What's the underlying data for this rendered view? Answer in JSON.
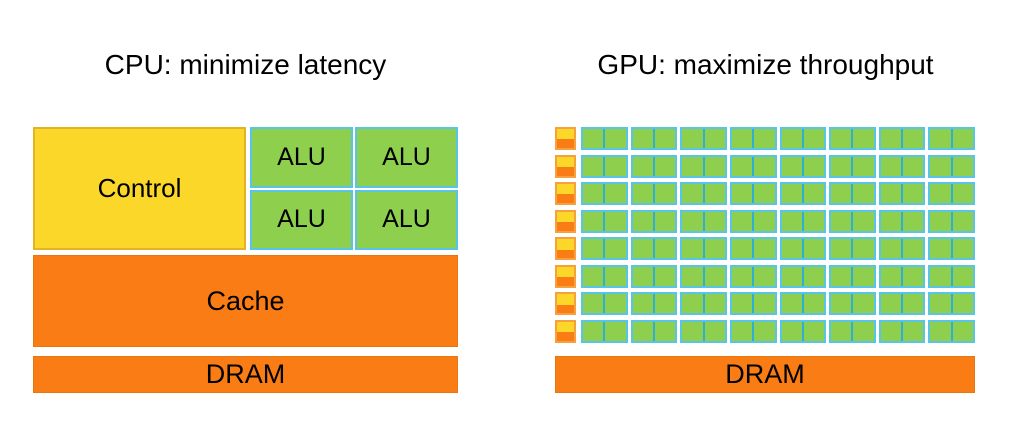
{
  "cpu": {
    "title": "CPU: minimize latency",
    "control_label": "Control",
    "alu_label": "ALU",
    "alu_count": 4,
    "cache_label": "Cache",
    "dram_label": "DRAM"
  },
  "gpu": {
    "title": "GPU: maximize throughput",
    "dram_label": "DRAM",
    "rows": 8,
    "alu_pairs_per_row": 8,
    "alus_per_row": 16
  },
  "colors": {
    "background": "#ffffff",
    "orange": "#F97C15",
    "yellow": "#FBD72A",
    "green": "#8ED04E",
    "blue_border": "#58C4E6",
    "blue_divider": "#2FAFD4",
    "orange_block_border": "#F6A13B",
    "control_border": "#E3B323",
    "text": "#000000"
  }
}
